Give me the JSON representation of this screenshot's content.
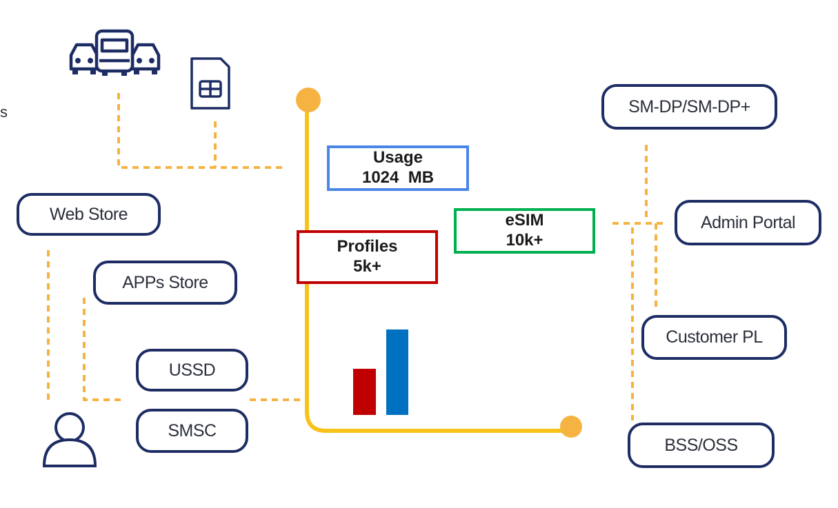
{
  "left_nodes": {
    "web_store": "Web Store",
    "apps_store": "APPs Store",
    "ussd": "USSD",
    "smsc": "SMSC"
  },
  "right_nodes": {
    "smdp": "SM-DP/SM-DP+",
    "admin_portal": "Admin Portal",
    "customer_pl": "Customer PL",
    "bss_oss": "BSS/OSS"
  },
  "metrics": {
    "usage": {
      "label": "Usage",
      "value": "1024  MB",
      "color": "#4a86e8"
    },
    "profiles": {
      "label": "Profiles",
      "value": "5k+",
      "color": "#c00000"
    },
    "esim": {
      "label": "eSIM",
      "value": "10k+",
      "color": "#00b050"
    }
  },
  "edge_text": "s",
  "colors": {
    "node_border": "#1d2d64",
    "connector": "#f5b342",
    "axis": "#f7c31a",
    "axis_dot": "#f5b342",
    "bar_red": "#c00000",
    "bar_blue": "#0070c0"
  },
  "icons": [
    "vehicles-icon",
    "sim-card-icon",
    "user-icon"
  ]
}
